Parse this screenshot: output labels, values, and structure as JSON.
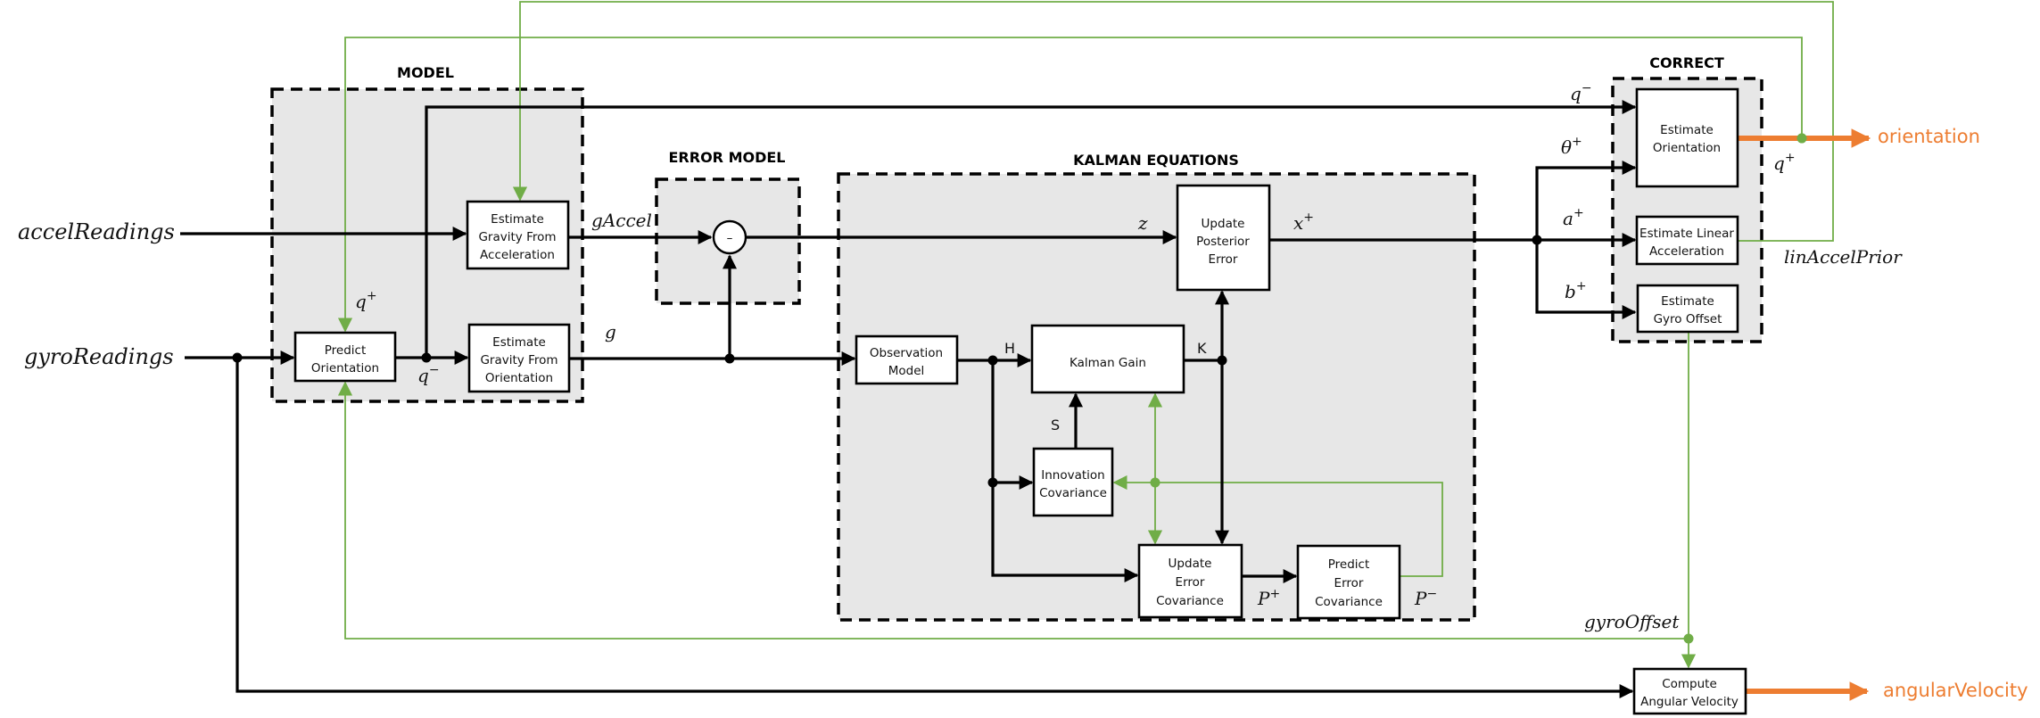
{
  "diagram": {
    "regions": {
      "model": "MODEL",
      "error_model": "ERROR MODEL",
      "kalman_equations": "KALMAN EQUATIONS",
      "correct": "CORRECT"
    },
    "inputs": {
      "accel": "accelReadings",
      "gyro": "gyroReadings"
    },
    "outputs": {
      "orientation": "orientation",
      "angular_velocity": "angularVelocity"
    },
    "blocks": {
      "predict_orientation": [
        "Predict",
        "Orientation"
      ],
      "gravity_from_accel": [
        "Estimate",
        "Gravity From",
        "Acceleration"
      ],
      "gravity_from_orientation": [
        "Estimate",
        "Gravity From",
        "Orientation"
      ],
      "subtract": "–",
      "observation_model": [
        "Observation",
        "Model"
      ],
      "kalman_gain": [
        "Kalman Gain"
      ],
      "innovation_covariance": [
        "Innovation",
        "Covariance"
      ],
      "update_posterior_error": [
        "Update",
        "Posterior",
        "Error"
      ],
      "update_error_covariance": [
        "Update",
        "Error",
        "Covariance"
      ],
      "predict_error_covariance": [
        "Predict",
        "Error",
        "Covariance"
      ],
      "estimate_orientation": [
        "Estimate",
        "Orientation"
      ],
      "estimate_linear_acceleration": [
        "Estimate Linear",
        "Acceleration"
      ],
      "estimate_gyro_offset": [
        "Estimate",
        "Gyro Offset"
      ],
      "compute_angular_velocity": [
        "Compute",
        "Angular Velocity"
      ]
    },
    "signals": {
      "q_plus_model": {
        "base": "q",
        "sup": "+"
      },
      "q_minus_model": {
        "base": "q",
        "sup": "−"
      },
      "g_accel": "gAccel",
      "g": "g",
      "z": "z",
      "H": "H",
      "K": "K",
      "S": "S",
      "x_plus": {
        "base": "x",
        "sup": "+"
      },
      "P_plus": {
        "base": "P",
        "sup": "+"
      },
      "P_minus": {
        "base": "P",
        "sup": "−"
      },
      "q_minus_correct": {
        "base": "q",
        "sup": "−"
      },
      "theta_plus": {
        "base": "θ",
        "sup": "+"
      },
      "a_plus": {
        "base": "a",
        "sup": "+"
      },
      "b_plus": {
        "base": "b",
        "sup": "+"
      },
      "q_plus_out": {
        "base": "q",
        "sup": "+"
      },
      "lin_accel_prior": "linAccelPrior",
      "gyro_offset": "gyroOffset"
    },
    "colors": {
      "feedback": "#70ad47",
      "output": "#ed7d31",
      "region_fill": "#e7e7e7"
    }
  }
}
